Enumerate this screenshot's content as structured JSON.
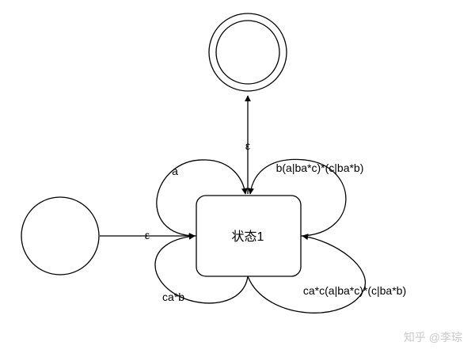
{
  "diagram": {
    "state_label": "状态1",
    "edges": {
      "to_final": "ε",
      "from_start": "ε",
      "self_a": "a",
      "self_top_right": "b(a|ba*c)*(c|ba*b)",
      "self_bottom_left": "ca*b",
      "self_bottom_right": "ca*c(a|ba*c)*(c|ba*b)"
    }
  },
  "watermark": "知乎 @李琮"
}
